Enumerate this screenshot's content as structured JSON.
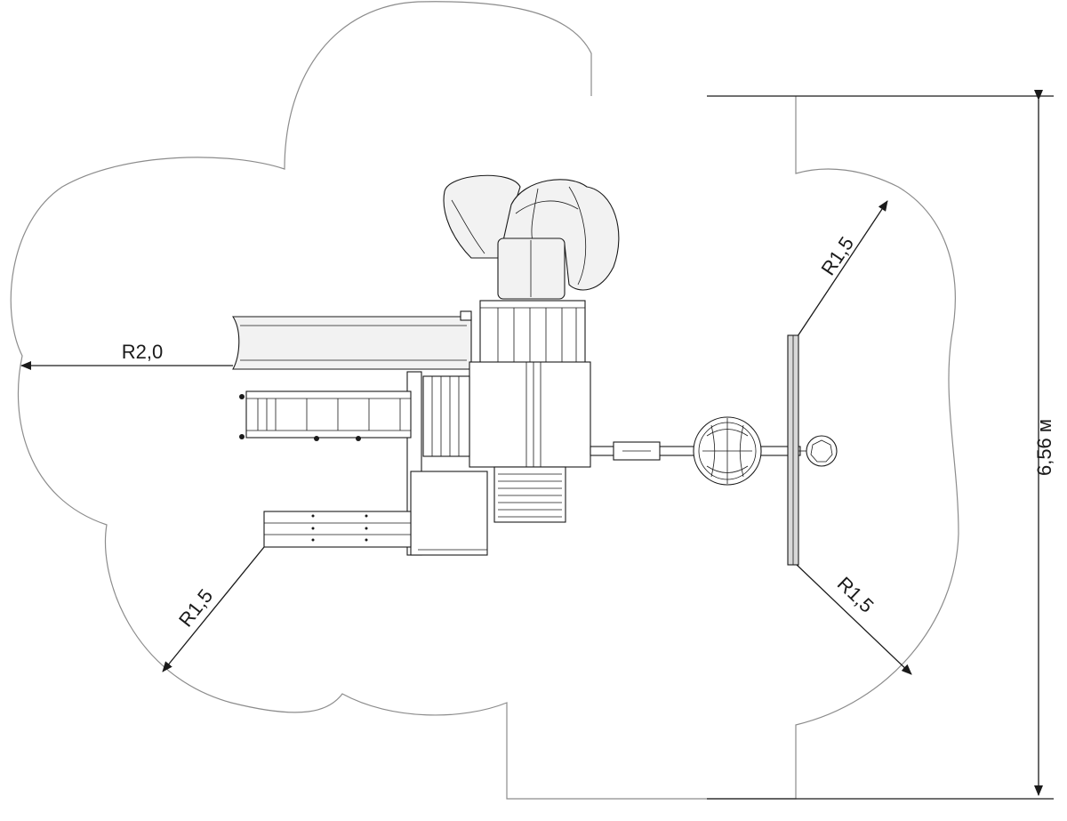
{
  "diagram": {
    "dimensions": {
      "overall_depth": "6,56 м"
    },
    "radii": {
      "left_slide": "R2,0",
      "top_right": "R1,5",
      "bottom_right": "R1,5",
      "bottom_left": "R1,5"
    },
    "colors": {
      "line": "#1a1a1a",
      "safety_zone": "#8c8c8c",
      "equipment_fill": "#ffffff",
      "panel_fill": "#d9d9d9"
    }
  }
}
